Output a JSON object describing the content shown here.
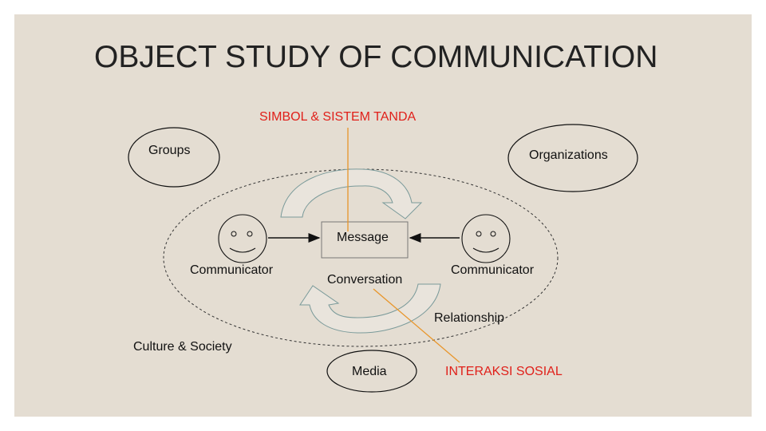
{
  "title": "OBJECT STUDY OF COMMUNICATION",
  "labels": {
    "simbol": "SIMBOL & SISTEM TANDA",
    "groups": "Groups",
    "organizations": "Organizations",
    "message": "Message",
    "communicator_left": "Communicator",
    "communicator_right": "Communicator",
    "conversation": "Conversation",
    "relationship": "Relationship",
    "culture": "Culture & Society",
    "media": "Media",
    "interaksi": "INTERAKSI SOSIAL"
  },
  "colors": {
    "background": "#e4ddd2",
    "red_label": "#e0201a",
    "orange_line": "#e8952a",
    "arrow_outline": "#7a9a9a"
  }
}
